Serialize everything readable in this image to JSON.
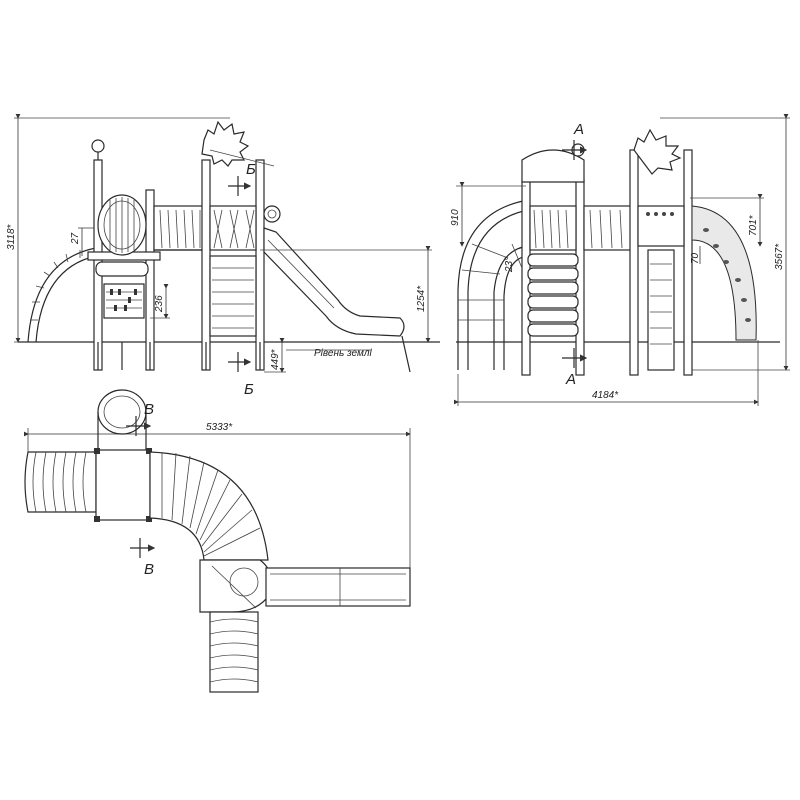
{
  "side_view": {
    "dim_height_total": "3118*",
    "dim_roof_thickness": "27",
    "dim_lower_rail": "236",
    "dim_platform_height": "1254*",
    "dim_footing": "449*",
    "ground_label": "Рівень землі",
    "section_mark": "Б"
  },
  "end_view": {
    "dim_upper": "910",
    "dim_angle": "23°",
    "dim_right_upper": "701*",
    "dim_step": "70",
    "dim_height_total": "3567*",
    "dim_width": "4184*",
    "section_mark": "А"
  },
  "plan_view": {
    "dim_length": "5333*",
    "section_mark": "В"
  }
}
